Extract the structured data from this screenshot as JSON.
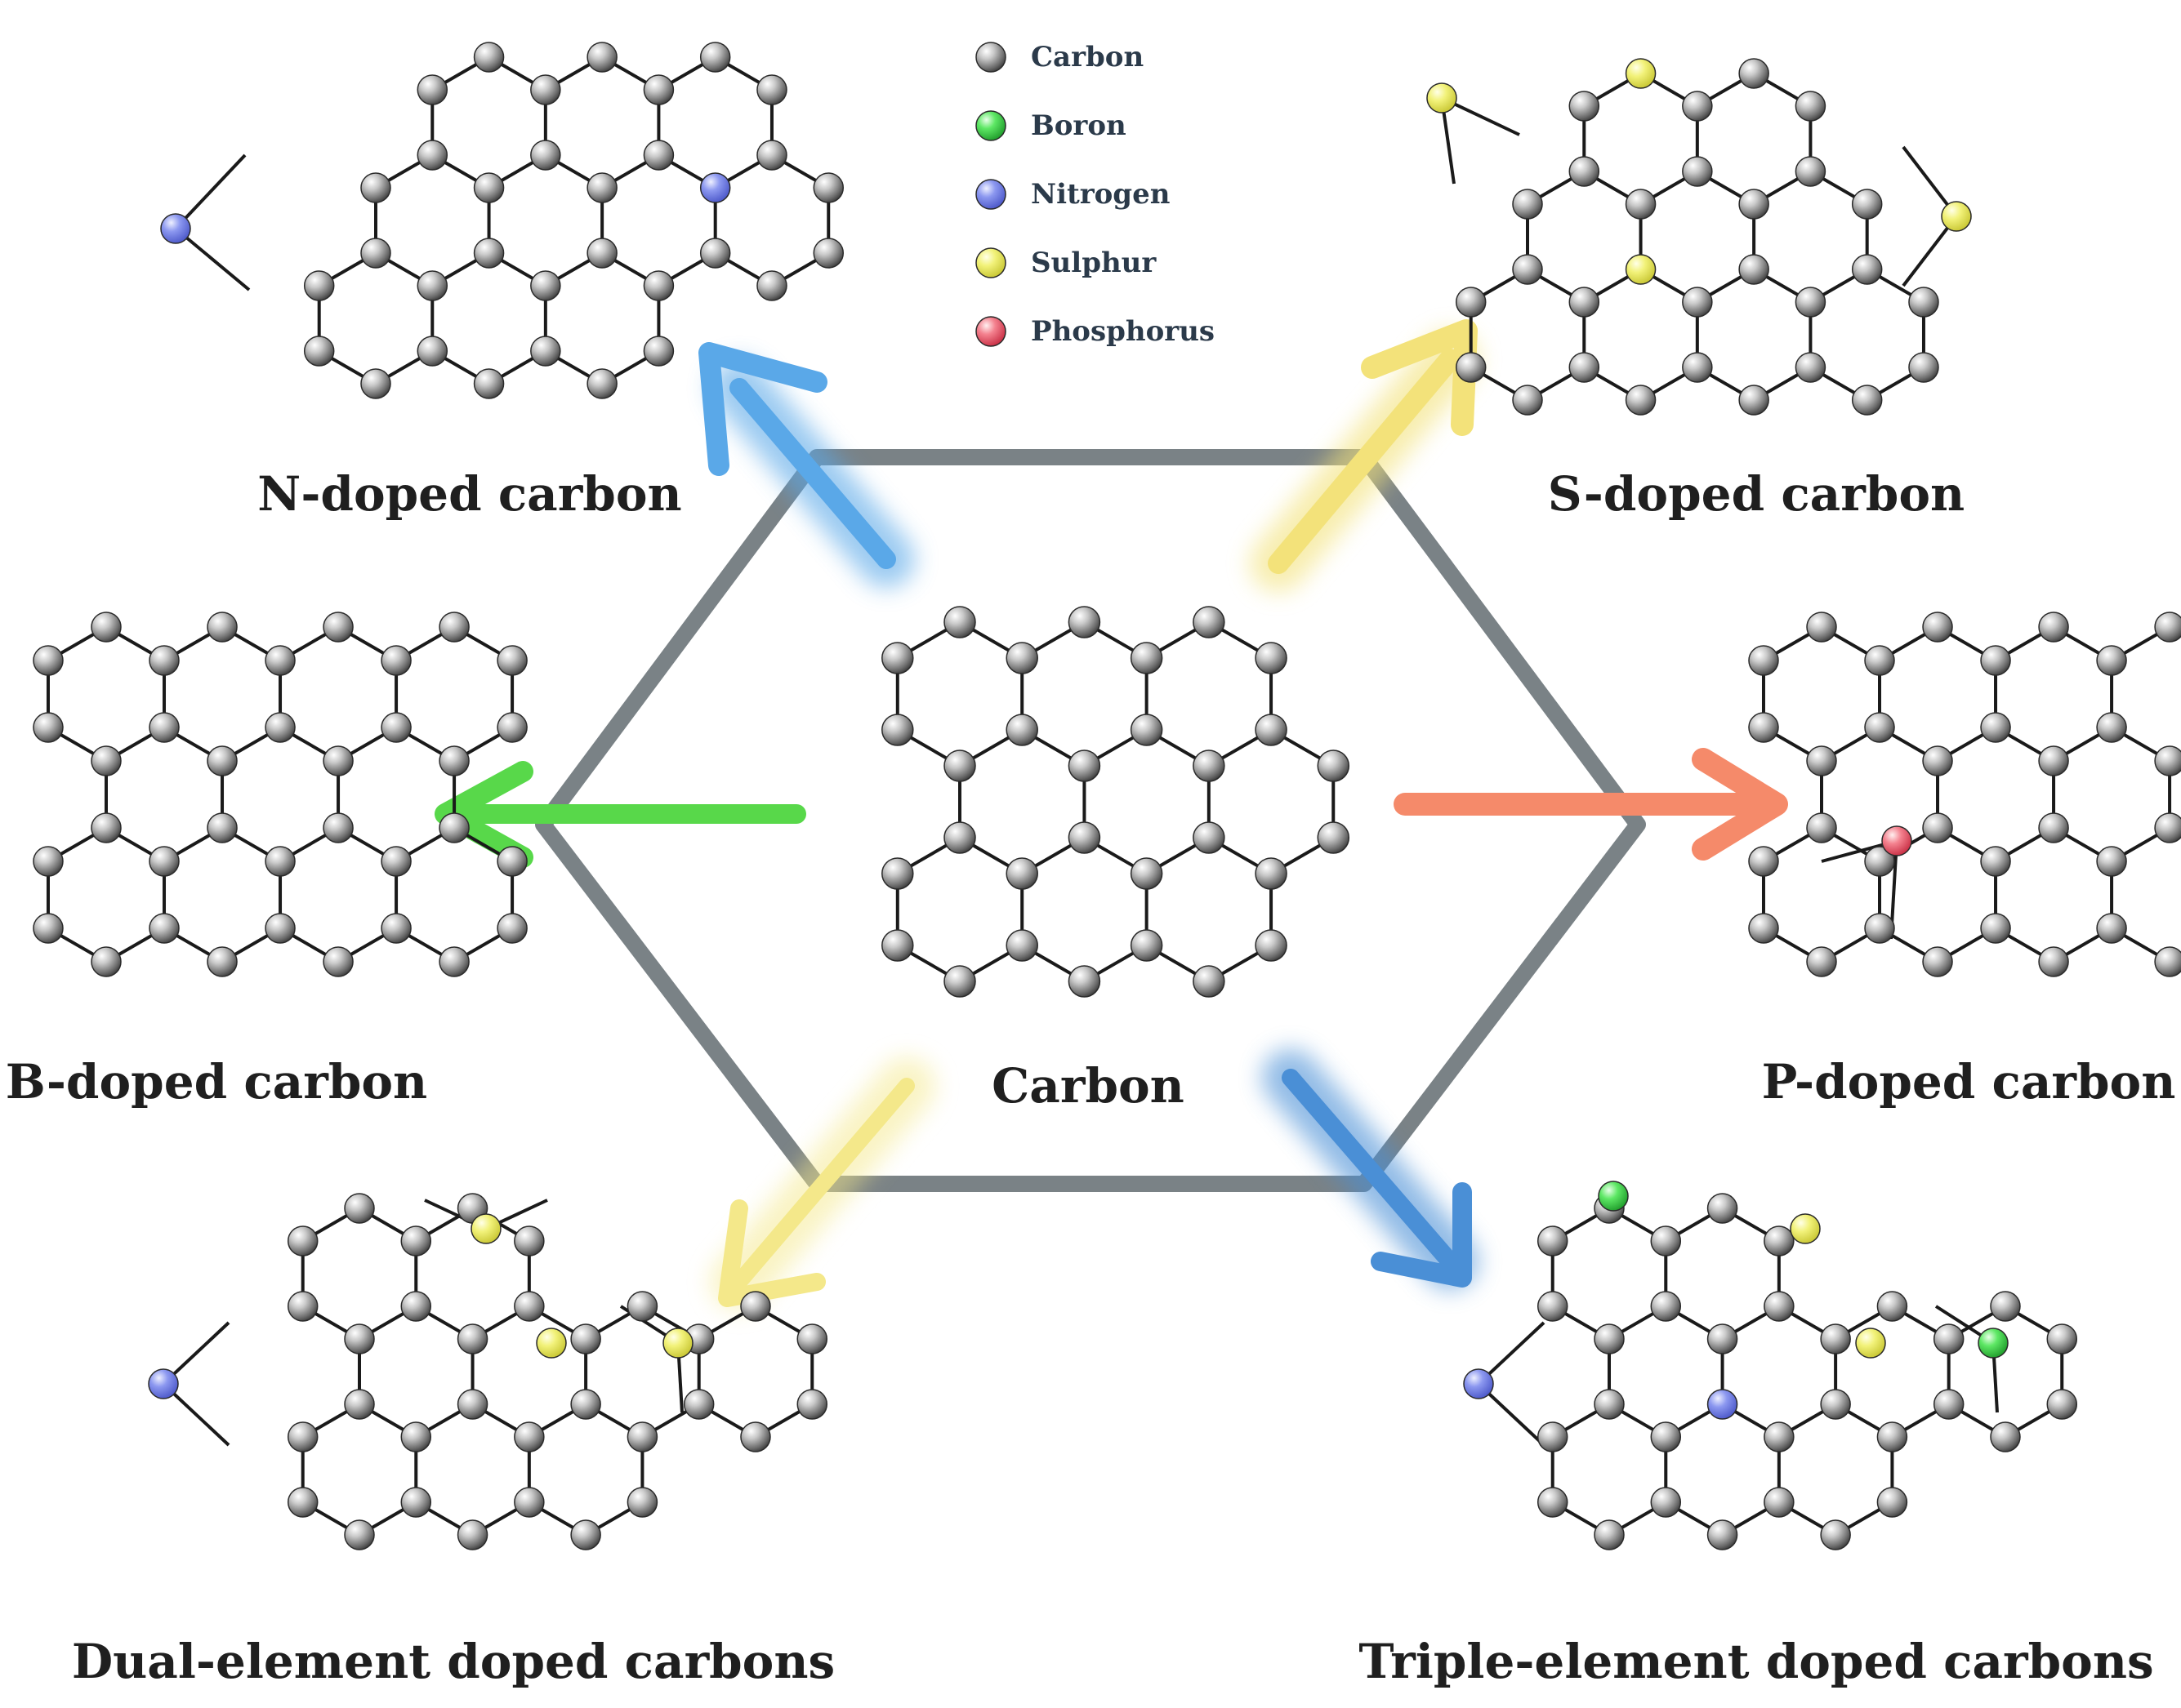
{
  "legend": [
    {
      "label": "Carbon",
      "color": "#9a9a9a"
    },
    {
      "label": "Boron",
      "color": "#3fdc4a"
    },
    {
      "label": "Nitrogen",
      "color": "#6f7fe6"
    },
    {
      "label": "Sulphur",
      "color": "#e9e957"
    },
    {
      "label": "Phosphorus",
      "color": "#ea5a6e"
    }
  ],
  "labels": {
    "center": "Carbon",
    "n_doped": "N-doped carbon",
    "s_doped": "S-doped carbon",
    "b_doped": "B-doped carbon",
    "p_doped": "P-doped carbon",
    "dual": "Dual-element doped carbons",
    "triple": "Triple-element doped carbons"
  },
  "arrow_colors": {
    "n": "#5aa8e8",
    "s": "#f3e27a",
    "b": "#58d84a",
    "p": "#f58a6a",
    "dual": "#f4e88a",
    "triple": "#4a8fd6"
  },
  "hexagon_color": "#7a8286"
}
